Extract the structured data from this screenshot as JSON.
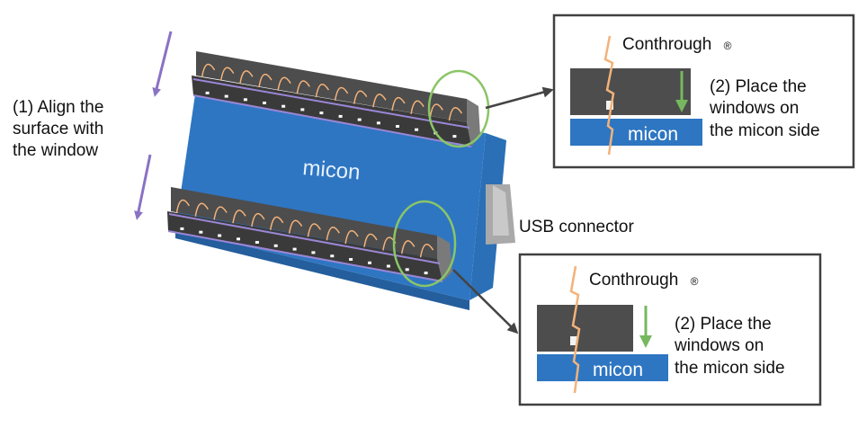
{
  "main_label": {
    "lines": [
      "(1) Align the",
      "surface with",
      "the window"
    ]
  },
  "board": {
    "label": "micon"
  },
  "usb_label": "USB connector",
  "callouts": [
    {
      "title": "Conthrough",
      "mark": "®",
      "block_label": "micon",
      "step_lines": [
        "(2) Place the",
        "windows on",
        "the micon side"
      ]
    },
    {
      "title": "Conthrough",
      "mark": "®",
      "block_label": "micon",
      "step_lines": [
        "(2) Place the",
        "windows on",
        "the micon side"
      ]
    }
  ],
  "colors": {
    "board_blue": "#2e76c2",
    "board_dark_blue": "#245e9c",
    "connector_gray": "#4d4d4d",
    "pin_orange": "#f3b27a",
    "arrow_purple": "#8a72c4",
    "arrow_green": "#76b85f",
    "circle_green": "#8ac567",
    "box_border": "#404040",
    "usb_gray": "#b5b5b5"
  },
  "icons": {
    "align_arrow": "arrow-down-left-icon",
    "place_arrow": "arrow-down-icon",
    "callout_arrow": "pointer-arrow-icon"
  }
}
